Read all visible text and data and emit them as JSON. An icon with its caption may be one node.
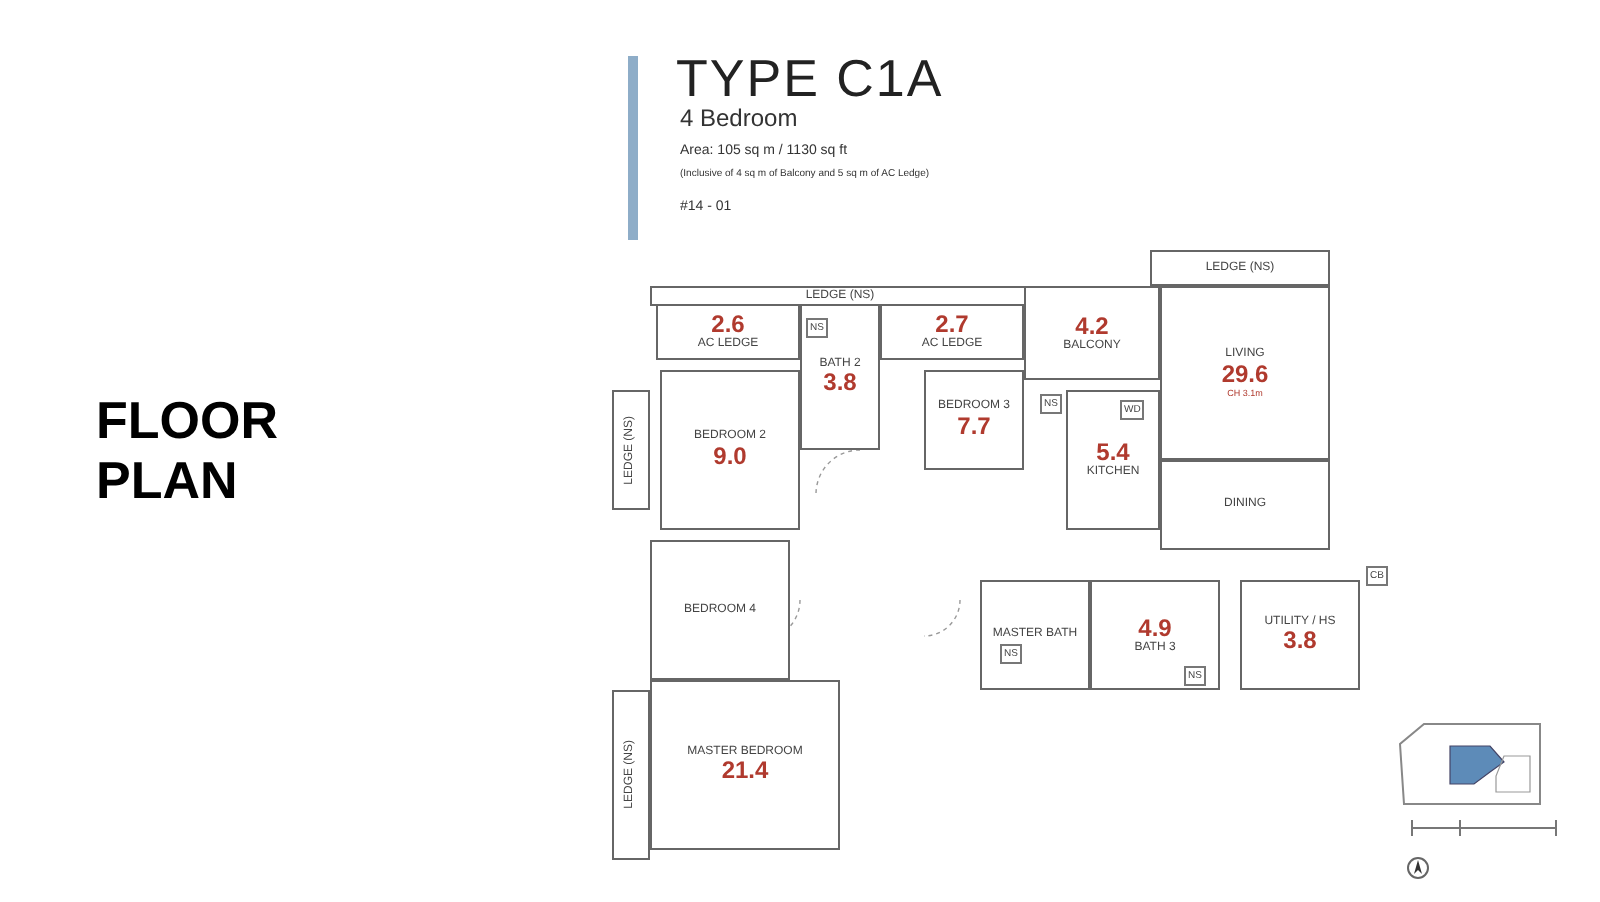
{
  "diagram": {
    "title": "TYPE C1A",
    "nodes": [
      {
        "text": [
          "LEDGE (NS)"
        ]
      },
      {
        "text": [
          "2.6",
          "AC LEDGE"
        ]
      },
      {
        "text": [
          "BATH 2",
          "3.8"
        ]
      },
      {
        "text": [
          "2.7",
          "AC LEDGE"
        ]
      },
      {
        "text": [
          "4.2",
          "BALCONY"
        ]
      },
      {
        "text": [
          "LEDGE (NS)"
        ]
      },
      {
        "text": [
          "LIVING",
          "29.6",
          "CH 3.1m"
        ]
      },
      {
        "text": [
          "BEDROOM 2",
          "9.0"
        ]
      },
      {
        "text": [
          "BEDROOM 3",
          "7.7"
        ]
      },
      {
        "text": [
          "5.4",
          "KITCHEN"
        ]
      },
      {
        "text": [
          "DINING"
        ]
      },
      {
        "text": [
          "LEDGE (NS)"
        ]
      },
      {
        "text": [
          "BEDROOM 4"
        ]
      },
      {
        "text": [
          "LEDGE (NS)"
        ]
      },
      {
        "text": [
          "MASTER BEDROOM",
          "21.4"
        ]
      },
      {
        "text": [
          "MASTER BATH"
        ]
      },
      {
        "text": [
          "4.9",
          "BATH 3"
        ]
      },
      {
        "text": [
          "UTILITY / HS",
          "3.8"
        ]
      }
    ],
    "labels": [
      "4 Bedroom",
      "Area: 105 sq m / 1130 sq ft",
      "(Inclusive of 4 sq m of Balcony and 5 sq m of AC Ledge)",
      "#14 - 01",
      "FLOOR PLAN",
      "NS",
      "NS",
      "WD",
      "CB",
      "NS",
      "NS"
    ]
  }
}
